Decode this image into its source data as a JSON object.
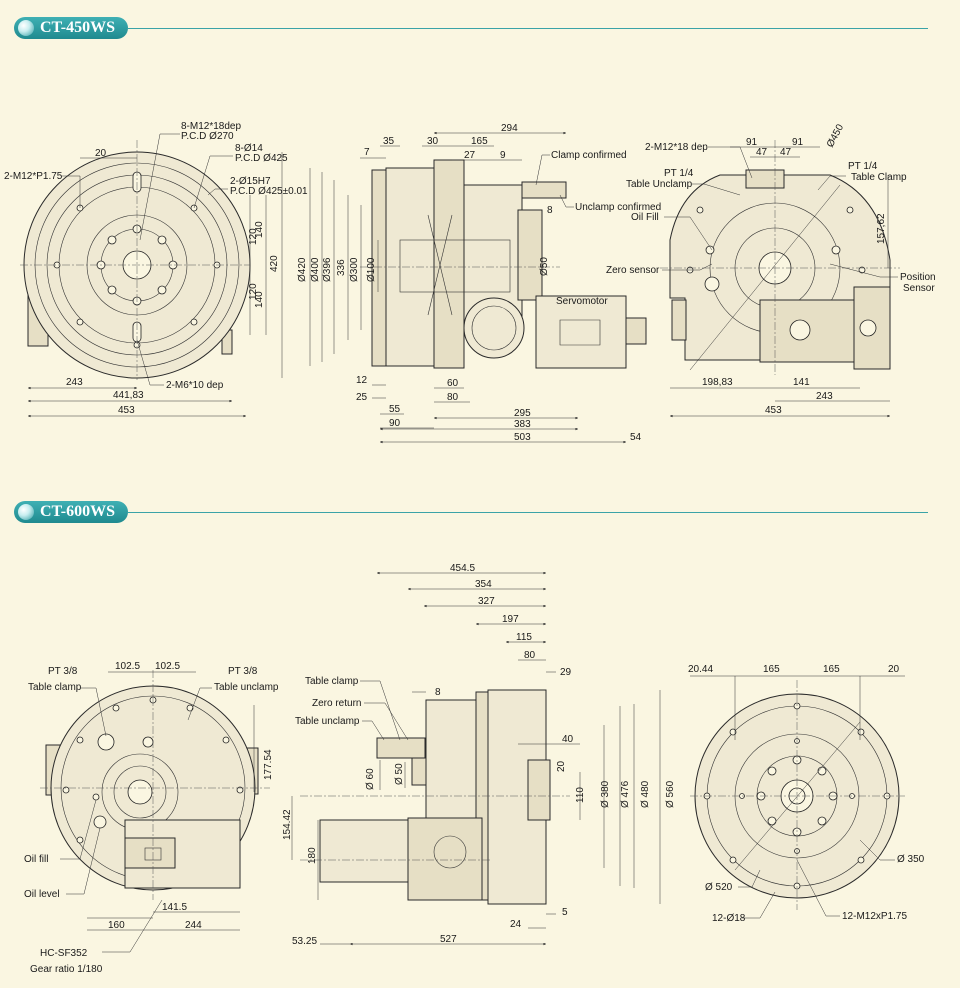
{
  "colors": {
    "accent": "#2b9aa0",
    "background": "#faf6e1",
    "line": "#2a2a2a"
  },
  "sections": {
    "ct450": {
      "title": "CT-450WS"
    },
    "ct600": {
      "title": "CT-600WS"
    }
  },
  "ct450": {
    "front": {
      "callouts": {
        "m12_dep": "8-M12*18dep",
        "pcd270": "P.C.D Ø270",
        "holes14": "8-Ø14",
        "pcd425": "P.C.D Ø425",
        "h15": "2-Ø15H7",
        "pcd425tol": "P.C.D Ø425±0.01",
        "m12p": "2-M12*P1.75",
        "m6": "2-M6*10 dep"
      },
      "dims": {
        "d20": "20",
        "d120a": "120",
        "d140a": "140",
        "d420": "420",
        "d120b": "120",
        "d140b": "140",
        "d243": "243",
        "d441": "441,83",
        "d453": "453"
      }
    },
    "side": {
      "callouts": {
        "clamp": "Clamp confirmed",
        "unclamp": "Unclamp confirmed",
        "servo": "Servomotor"
      },
      "dims": {
        "d294": "294",
        "d30": "30",
        "d165": "165",
        "d35": "35",
        "d7": "7",
        "d27": "27",
        "d9": "9",
        "d8": "8",
        "dia420": "Ø420",
        "dia400": "Ø400",
        "dia396": "Ø396",
        "dia336": "336",
        "dia300": "Ø300",
        "dia100": "Ø100",
        "d50": "Ø50",
        "d12": "12",
        "d60": "60",
        "d25": "25",
        "d80": "80",
        "d55": "55",
        "d295": "295",
        "d90": "90",
        "d383": "383",
        "d503": "503",
        "d54": "54"
      }
    },
    "rear": {
      "callouts": {
        "m12": "2-M12*18 dep",
        "pt14a": "PT 1/4",
        "tu": "Table Unclamp",
        "oil": "Oil Fill",
        "pt14b": "PT 1/4",
        "tc": "Table Clamp",
        "zero": "Zero sensor",
        "pos1": "Position",
        "pos2": "Sensor"
      },
      "dims": {
        "d91a": "91",
        "d91b": "91",
        "d47a": "47",
        "d47b": "47",
        "d450": "Ø450",
        "d157": "157,62",
        "d198": "198,83",
        "d141": "141",
        "d243": "243",
        "d453": "453"
      }
    }
  },
  "ct600": {
    "front": {
      "callouts": {
        "pt38a": "PT 3/8",
        "tclamp": "Table clamp",
        "pt38b": "PT 3/8",
        "tunclamp": "Table unclamp",
        "oilfill": "Oil fill",
        "oillevel": "Oil level",
        "motor": "HC-SF352",
        "ratio": "Gear ratio 1/180"
      },
      "dims": {
        "d102a": "102.5",
        "d102b": "102.5",
        "d177": "177.54",
        "d160": "160",
        "d141": "141.5",
        "d244": "244"
      }
    },
    "side": {
      "callouts": {
        "tclamp": "Table clamp",
        "zret": "Zero return",
        "tunclamp": "Table unclamp"
      },
      "dims": {
        "d454": "454.5",
        "d354": "354",
        "d327": "327",
        "d197": "197",
        "d115": "115",
        "d80": "80",
        "d29": "29",
        "d8": "8",
        "d40": "40",
        "d20": "20",
        "dia60": "Ø 60",
        "dia50": "Ø 50",
        "d110": "110",
        "dia380": "Ø 380",
        "dia476": "Ø 476",
        "dia480": "Ø 480",
        "dia560": "Ø 560",
        "d154": "154.42",
        "d180": "180",
        "d24": "24",
        "d5": "5",
        "d53": "53.25",
        "d527": "527"
      }
    },
    "rear": {
      "dims": {
        "d2044": "20.44",
        "d165a": "165",
        "d165b": "165",
        "d20": "20",
        "dia350": "Ø 350",
        "dia520": "Ø 520",
        "h18": "12-Ø18",
        "m12": "12-M12xP1.75"
      }
    }
  }
}
